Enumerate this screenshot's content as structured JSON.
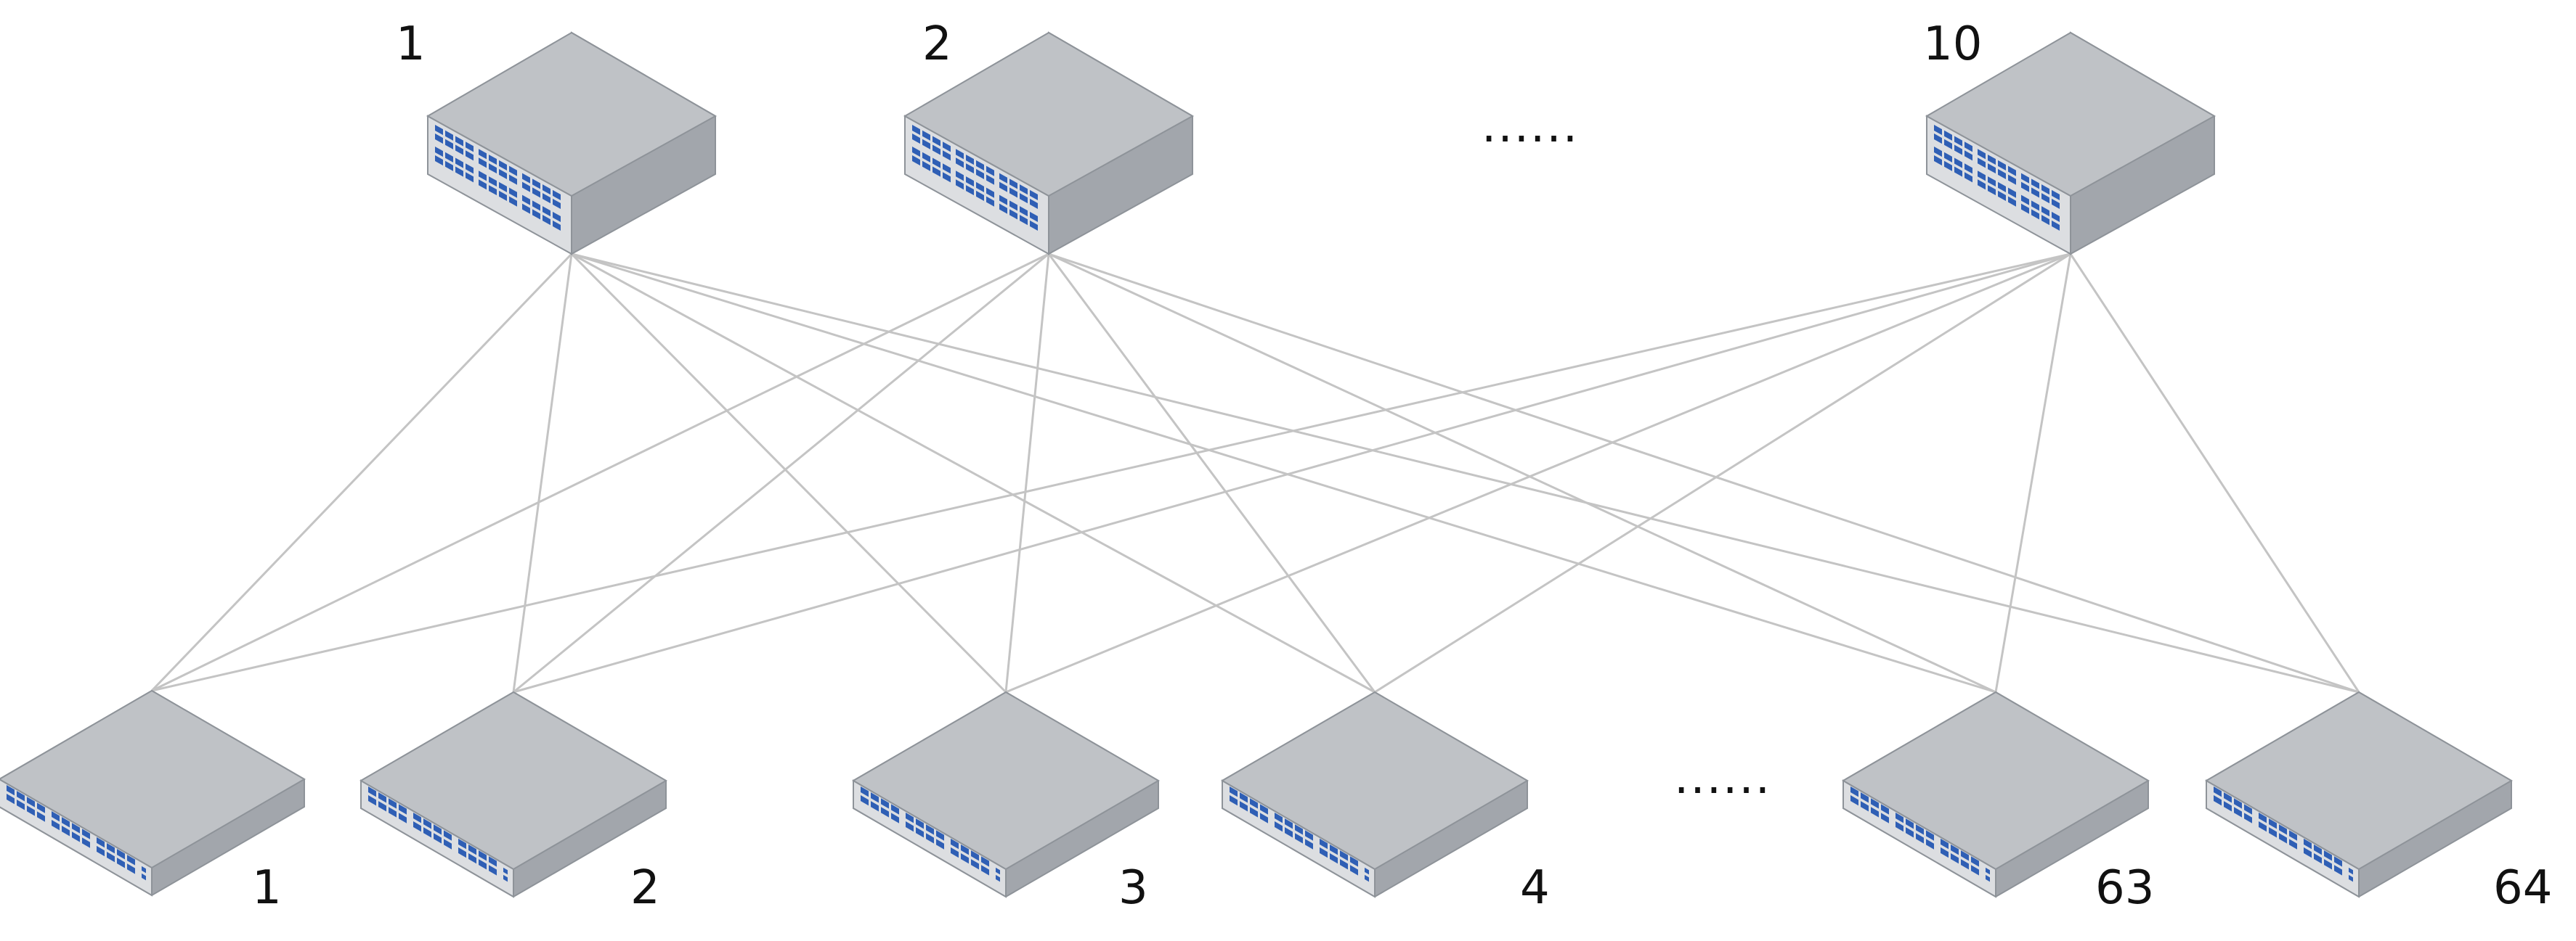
{
  "diagram": {
    "spine_labels": [
      "1",
      "2",
      "10"
    ],
    "spine_ellipsis": "......",
    "leaf_labels": [
      "1",
      "2",
      "3",
      "4",
      "63",
      "64"
    ],
    "leaf_ellipsis": "......"
  },
  "colors": {
    "device_top": "#bfc2c6",
    "device_front": "#dcdee1",
    "device_side": "#a2a6ac",
    "device_edge": "#8e9399",
    "port": "#2f5fb5",
    "link": "#c4c4c4",
    "text": "#111111"
  },
  "icons": {
    "spine": "network-switch-icon",
    "leaf": "network-switch-icon"
  }
}
